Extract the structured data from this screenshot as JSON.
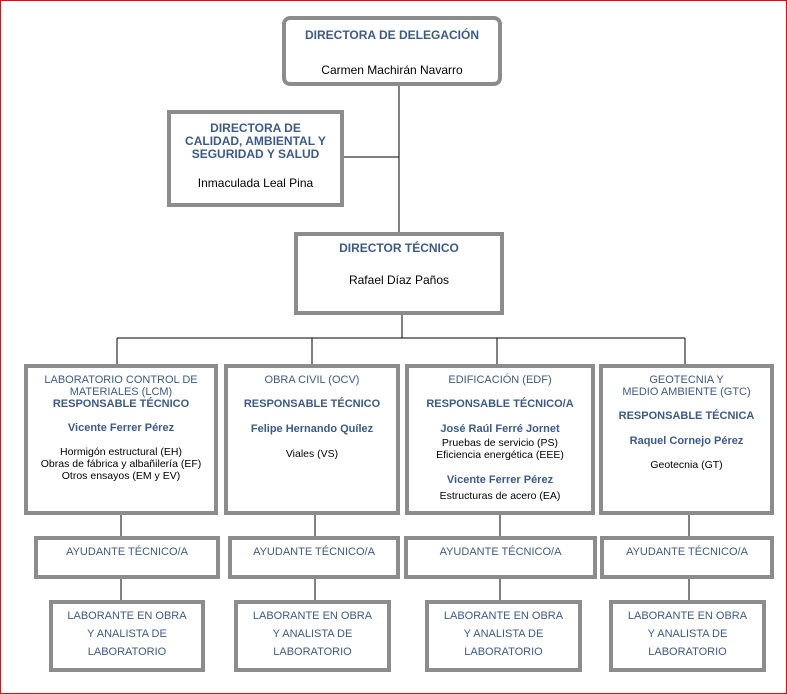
{
  "director": {
    "title": "DIRECTORA DE DELEGACIÓN",
    "name": "Carmen Machirán Navarro"
  },
  "quality": {
    "title_lines": [
      "DIRECTORA DE",
      "CALIDAD, AMBIENTAL Y",
      "SEGURIDAD Y SALUD"
    ],
    "name": "Inmaculada Leal Pina"
  },
  "technical": {
    "title": "DIRECTOR TÉCNICO",
    "name": "Rafael Díaz Paños"
  },
  "departments": [
    {
      "title_lines": [
        "LABORATORIO CONTROL DE",
        "MATERIALES (LCM)"
      ],
      "role": "RESPONSABLE TÉCNICO",
      "person": "Vicente Ferrer Pérez",
      "items": [
        "Hormigón estructural (EH)",
        "Obras de fábrica y albañilería (EF)",
        "Otros ensayos (EM y EV)"
      ]
    },
    {
      "title_lines": [
        "OBRA CIVIL (OCV)"
      ],
      "role": "RESPONSABLE TÉCNICO",
      "person": "Felipe Hernando Quílez",
      "items": [
        "Viales (VS)"
      ]
    },
    {
      "title_lines": [
        "EDIFICACIÓN (EDF)"
      ],
      "role": "RESPONSABLE TÉCNICO/A",
      "person": "José Raúl Ferré Jornet",
      "items": [
        "Pruebas de servicio (PS)",
        "Eficiencia energética (EEE)"
      ],
      "person2": "Vicente Ferrer Pérez",
      "items2": [
        "Estructuras de acero (EA)"
      ]
    },
    {
      "title_lines": [
        "GEOTECNIA Y",
        "MEDIO AMBIENTE (GTC)"
      ],
      "role": "RESPONSABLE TÉCNICA",
      "person": "Raquel Cornejo Pérez",
      "items": [
        "Geotecnia (GT)"
      ]
    }
  ],
  "assistant": {
    "label": "AYUDANTE TÉCNICO/A"
  },
  "lab_tech": {
    "lines": [
      "LABORANTE EN OBRA",
      "Y ANALISTA DE",
      "LABORATORIO"
    ]
  }
}
